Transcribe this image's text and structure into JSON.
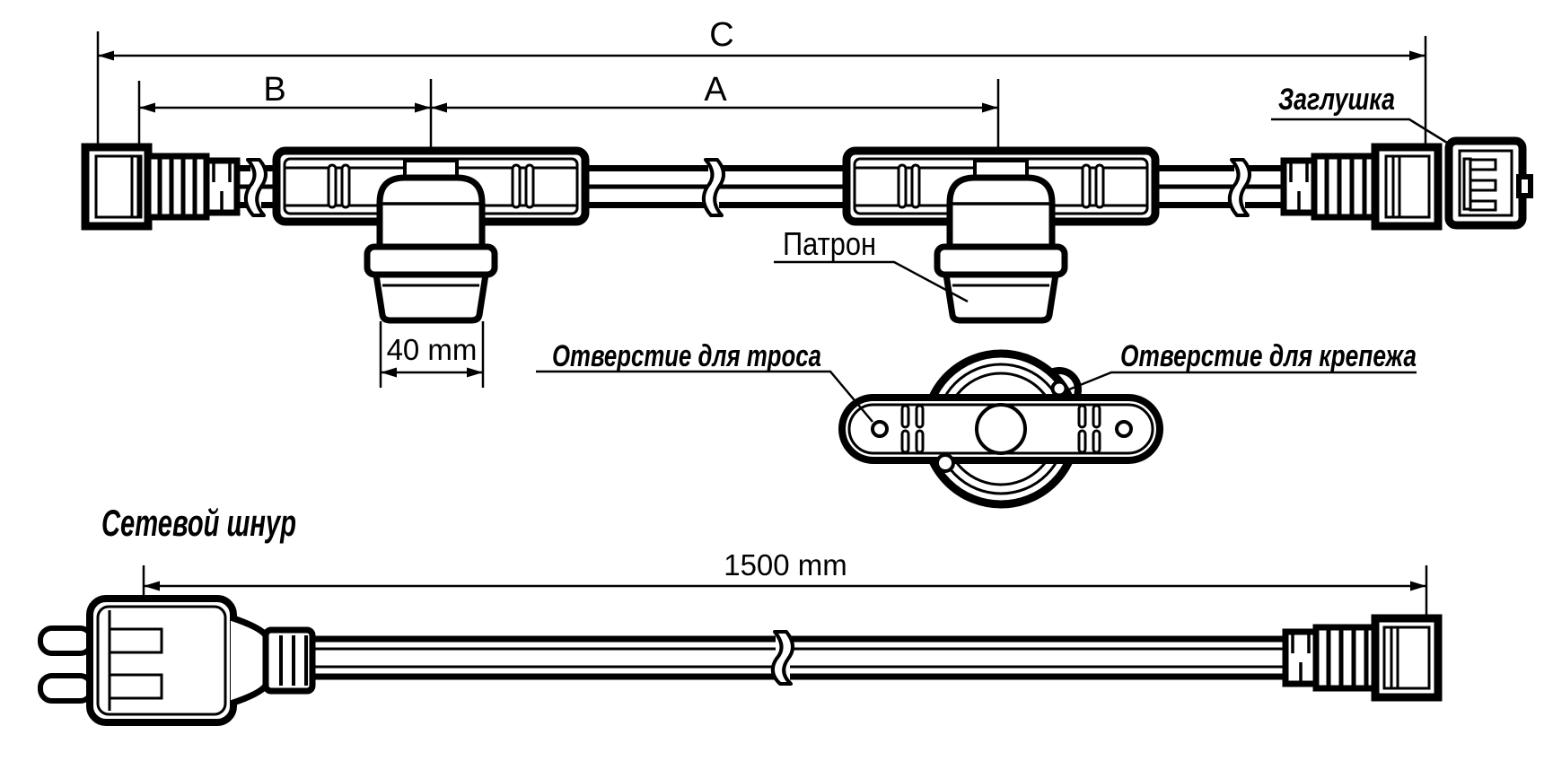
{
  "colors": {
    "ink": "#000000",
    "background": "#ffffff"
  },
  "dimensions": {
    "total_length_label": "C",
    "end_to_first_socket_label": "B",
    "socket_spacing_label": "A",
    "socket_width": "40 mm",
    "power_cord_length": "1500 mm"
  },
  "callouts": {
    "end_cap": "Заглушка",
    "lamp_socket": "Патрон",
    "cable_hole": "Отверстие для троса",
    "mount_hole": "Отверстие для крепежа",
    "power_cord_title": "Сетевой шнур"
  }
}
